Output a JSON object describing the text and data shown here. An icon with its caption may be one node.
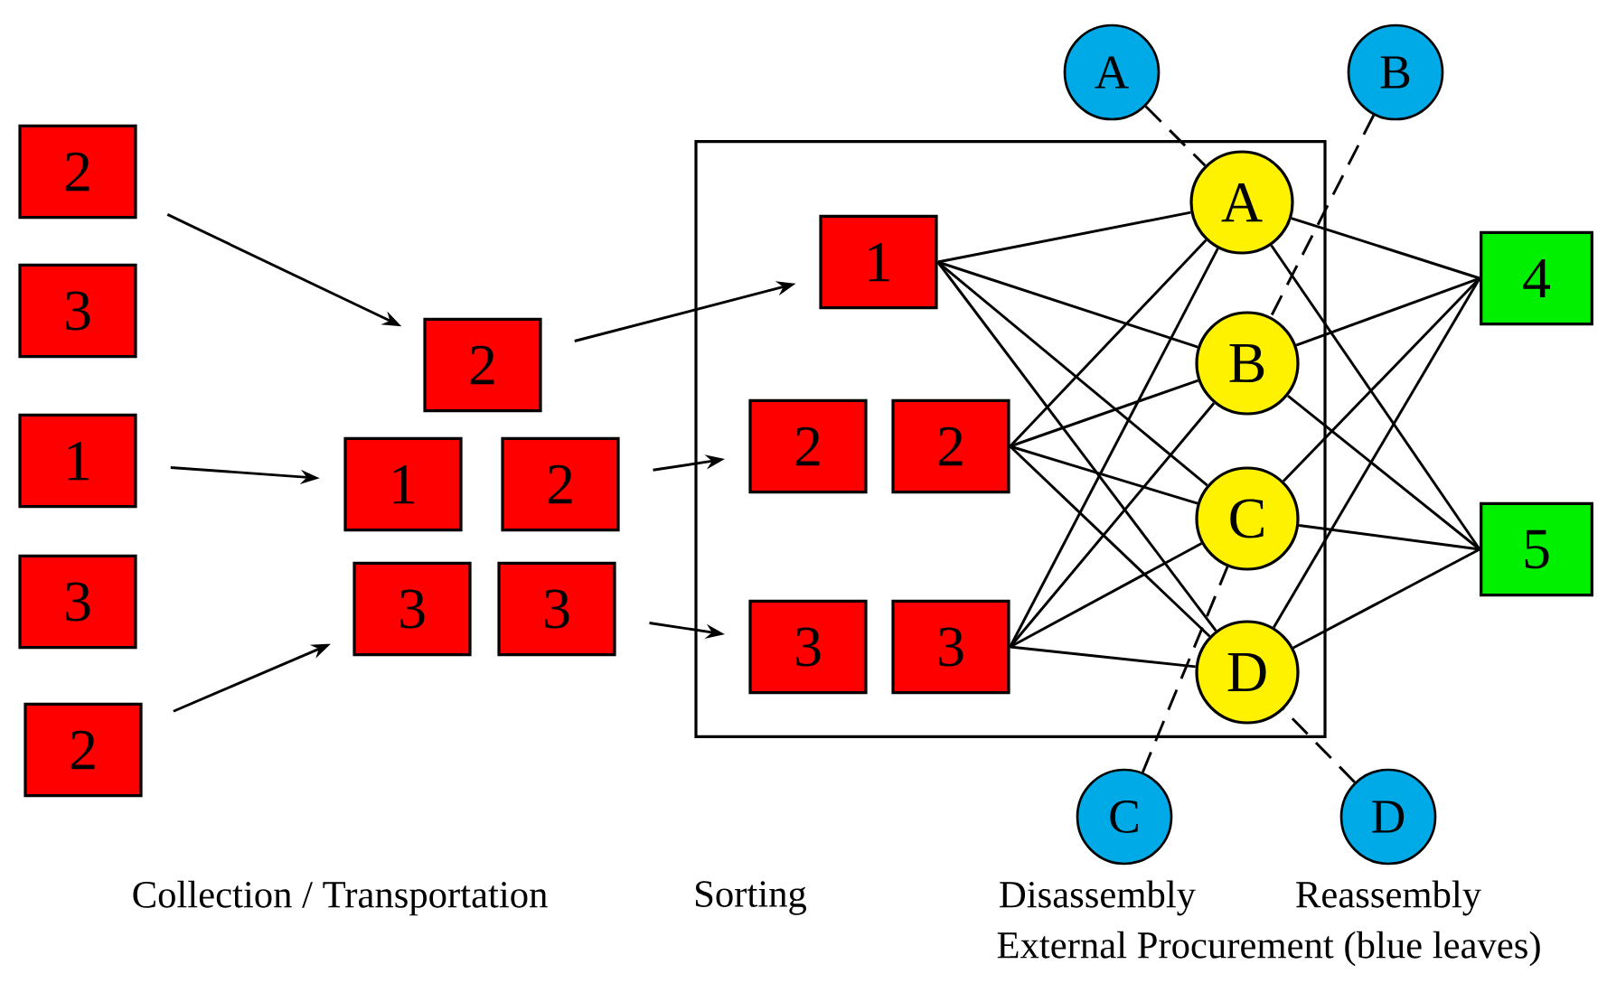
{
  "diagram": {
    "nodes": [
      {
        "text": [
          "2"
        ]
      },
      {
        "text": [
          "3"
        ]
      },
      {
        "text": [
          "1"
        ]
      },
      {
        "text": [
          "3"
        ]
      },
      {
        "text": [
          "2"
        ]
      },
      {
        "text": [
          "2"
        ]
      },
      {
        "text": [
          "1"
        ]
      },
      {
        "text": [
          "2"
        ]
      },
      {
        "text": [
          "3"
        ]
      },
      {
        "text": [
          "3"
        ]
      },
      {
        "text": [],
        "shape": "box"
      },
      {
        "text": [
          "1"
        ],
        "in": 10
      },
      {
        "text": [
          "2"
        ],
        "in": 10
      },
      {
        "text": [
          "2"
        ],
        "in": 10
      },
      {
        "text": [
          "3"
        ],
        "in": 10
      },
      {
        "text": [
          "3"
        ],
        "in": 10
      },
      {
        "text": [
          "A"
        ],
        "in": 10
      },
      {
        "text": [
          "B"
        ],
        "in": 10
      },
      {
        "text": [
          "C"
        ],
        "in": 10
      },
      {
        "text": [
          "D"
        ],
        "in": 10
      },
      {
        "text": [
          "4"
        ]
      },
      {
        "text": [
          "5"
        ]
      },
      {
        "text": [
          "A"
        ]
      },
      {
        "text": [
          "B"
        ]
      },
      {
        "text": [
          "C"
        ]
      },
      {
        "text": [
          "D"
        ]
      }
    ],
    "edges": [
      {
        "from": 0,
        "to": 5,
        "arrow": "to"
      },
      {
        "from": 2,
        "to": 6,
        "arrow": "to"
      },
      {
        "from": 4,
        "to": 8,
        "arrow": "to"
      },
      {
        "from": 5,
        "to": 11,
        "arrow": "to"
      },
      {
        "from": 7,
        "to": 12,
        "arrow": "to"
      },
      {
        "from": 9,
        "to": 14,
        "arrow": "to"
      },
      {
        "from": 11,
        "to": 16,
        "arrow": "none"
      },
      {
        "from": 11,
        "to": 17,
        "arrow": "none"
      },
      {
        "from": 11,
        "to": 18,
        "arrow": "none"
      },
      {
        "from": 11,
        "to": 19,
        "arrow": "none"
      },
      {
        "from": 13,
        "to": 16,
        "arrow": "none"
      },
      {
        "from": 13,
        "to": 17,
        "arrow": "none"
      },
      {
        "from": 13,
        "to": 18,
        "arrow": "none"
      },
      {
        "from": 13,
        "to": 19,
        "arrow": "none"
      },
      {
        "from": 15,
        "to": 16,
        "arrow": "none"
      },
      {
        "from": 15,
        "to": 17,
        "arrow": "none"
      },
      {
        "from": 15,
        "to": 18,
        "arrow": "none"
      },
      {
        "from": 15,
        "to": 19,
        "arrow": "none"
      },
      {
        "from": 16,
        "to": 20,
        "arrow": "none"
      },
      {
        "from": 16,
        "to": 21,
        "arrow": "none"
      },
      {
        "from": 17,
        "to": 20,
        "arrow": "none"
      },
      {
        "from": 17,
        "to": 21,
        "arrow": "none"
      },
      {
        "from": 18,
        "to": 20,
        "arrow": "none"
      },
      {
        "from": 18,
        "to": 21,
        "arrow": "none"
      },
      {
        "from": 19,
        "to": 20,
        "arrow": "none"
      },
      {
        "from": 19,
        "to": 21,
        "arrow": "none"
      },
      {
        "from": 22,
        "to": 16,
        "arrow": "none",
        "style": "dashed"
      },
      {
        "from": 23,
        "to": 17,
        "arrow": "none",
        "style": "dashed"
      },
      {
        "from": 24,
        "to": 18,
        "arrow": "none",
        "style": "dashed"
      },
      {
        "from": 25,
        "to": 19,
        "arrow": "none",
        "style": "dashed"
      }
    ],
    "labels": [
      "Collection / Transportation",
      "Sorting",
      "Disassembly",
      "Reassembly",
      "External Procurement (blue leaves)"
    ]
  }
}
